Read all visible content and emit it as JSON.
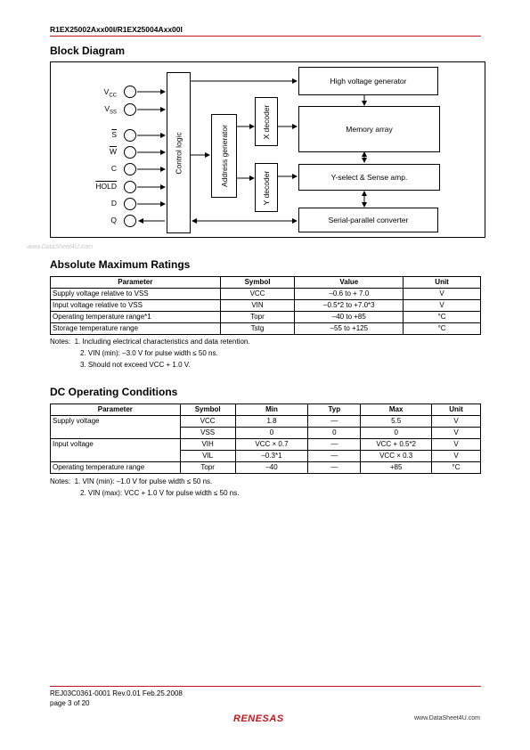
{
  "header": {
    "title": "R1EX25002Axx00I/R1EX25004Axx00I"
  },
  "block_diagram": {
    "heading": "Block Diagram",
    "pins": [
      "Vcc",
      "Vss",
      "S",
      "W",
      "C",
      "HOLD",
      "D",
      "Q"
    ],
    "blocks": {
      "control_logic": "Control logic",
      "address_generator": "Address generator",
      "x_decoder": "X decoder",
      "y_decoder": "Y decoder",
      "high_voltage": "High voltage generator",
      "memory_array": "Memory array",
      "y_select": "Y-select & Sense amp.",
      "serial_parallel": "Serial-parallel converter"
    }
  },
  "watermark": "www.DataSheet4U.com",
  "abs_max": {
    "heading": "Absolute Maximum Ratings",
    "columns": [
      "Parameter",
      "Symbol",
      "Value",
      "Unit"
    ],
    "rows": [
      [
        "Supply voltage relative to VSS",
        "VCC",
        "–0.6 to + 7.0",
        "V"
      ],
      [
        "Input voltage relative to VSS",
        "VIN",
        "–0.5*2 to +7.0*3",
        "V"
      ],
      [
        "Operating temperature range*1",
        "Topr",
        "–40 to +85",
        "°C"
      ],
      [
        "Storage temperature range",
        "Tstg",
        "–55 to +125",
        "°C"
      ]
    ],
    "notes_label": "Notes:",
    "notes": [
      "1.  Including electrical characteristics and data retention.",
      "2.  VIN (min):  –3.0 V for pulse width ≤ 50 ns.",
      "3.  Should not exceed VCC + 1.0 V."
    ]
  },
  "dc_op": {
    "heading": "DC Operating Conditions",
    "columns": [
      "Parameter",
      "Symbol",
      "Min",
      "Typ",
      "Max",
      "Unit"
    ],
    "rows": [
      [
        "Supply voltage",
        "VCC",
        "1.8",
        "—",
        "5.5",
        "V"
      ],
      [
        "",
        "VSS",
        "0",
        "0",
        "0",
        "V"
      ],
      [
        "Input voltage",
        "VIH",
        "VCC × 0.7",
        "—",
        "VCC + 0.5*2",
        "V"
      ],
      [
        "",
        "VIL",
        "–0.3*1",
        "—",
        "VCC × 0.3",
        "V"
      ],
      [
        "Operating temperature range",
        "Topr",
        "–40",
        "—",
        "+85",
        "°C"
      ]
    ],
    "notes_label": "Notes:",
    "notes": [
      "1.  VIN (min):  –1.0 V for pulse width ≤ 50 ns.",
      "2.  VIN (max):  VCC + 1.0 V for pulse width ≤ 50 ns."
    ]
  },
  "footer": {
    "doc_id": "REJ03C0361-0001  Rev.0.01  Feb.25.2008",
    "page": "page 3 of 20",
    "logo": "RENESAS",
    "site": "www.DataSheet4U.com"
  },
  "colors": {
    "rule": "#c4161c",
    "logo": "#c4161c"
  }
}
